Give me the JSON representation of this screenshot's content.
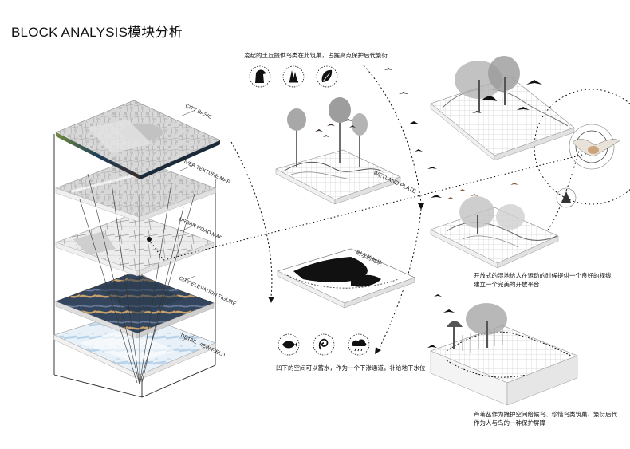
{
  "title": "BLOCK ANALYSIS模块分析",
  "layers": {
    "city_basic": "CITY BASIC",
    "river_texture": "RIVER TEXTURE MAP",
    "urban_road": "URBAN ROAD MAP",
    "city_elevation": "CITY ELEVATION FIGURE",
    "detail_view": "DETAIL VIEW FIELD"
  },
  "plates": {
    "wetland": "WETLAND PLATE",
    "small_label": "附水的地块"
  },
  "captions": {
    "top": "凌起的土丘提供鸟类在此筑巢，占据高点保护后代繁衍",
    "mid_right_1": "开放式的湿地给人在运动的时候提供一个良好的视线",
    "mid_right_2": "建立一个完美的开放平台",
    "bottom_center": "凹下的空间可以蓄水，作为一个下渗通道，补给地下水位",
    "bottom_right_1": "芦苇丛作为掩护空间给候鸟、珍惜鸟类筑巢、繁衍后代",
    "bottom_right_2": "作为人与鸟的一种保护屏障"
  },
  "icons": {
    "top_row": [
      "eagle-icon",
      "trees-icon",
      "leaf-icon"
    ],
    "bottom_row": [
      "fish-icon",
      "water-drop-icon",
      "cloud-rain-icon"
    ]
  },
  "colors": {
    "ink": "#111111",
    "map_gray": "#cfcfcf",
    "water_blue": "#b9d4ea",
    "elevation_blue": "#34465e",
    "elevation_gold": "#c9a36b"
  }
}
